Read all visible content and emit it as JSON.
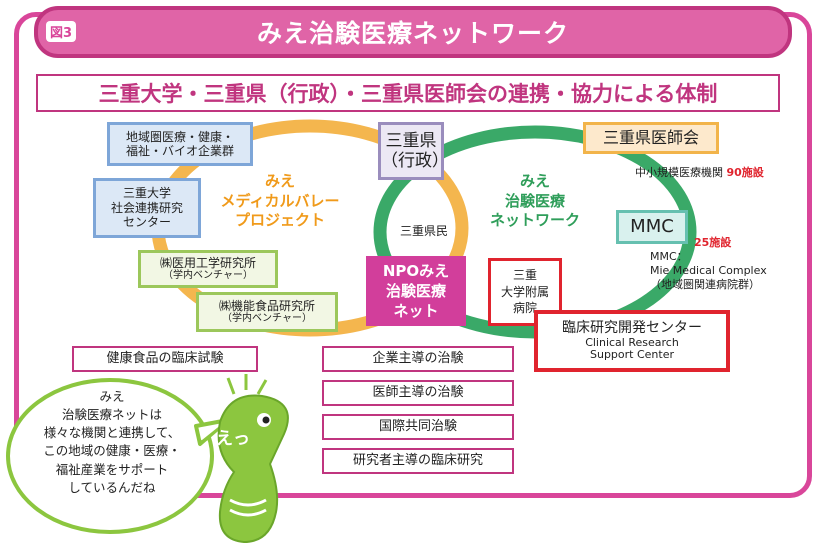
{
  "figure_badge": "図3",
  "title": "みえ治験医療ネットワーク",
  "subtitle": "三重大学・三重県（行政）・三重県医師会の連携・協力による体制",
  "left_boxes": {
    "bio_companies": "地域圏医療・健康・\n福祉・バイオ企業群",
    "social_center": "三重大学\n社会連携研究\nセンター",
    "medical_eng_lab": "㈱医用工学研究所",
    "medical_eng_lab_sub": "（学内ベンチャー）",
    "functional_food_lab": "㈱機能食品研究所",
    "functional_food_lab_sub": "（学内ベンチャー）"
  },
  "medical_valley_label": "みえ\nメディカルバレー\nプロジェクト",
  "network_label": "みえ\n治験医療\nネットワーク",
  "prefecture_box": "三重県\n（行政）",
  "prefecture_residents": "三重県民",
  "npo_box": "NPOみえ\n治験医療\nネット",
  "hospital_box": "三重\n大学附属\n病院",
  "medical_association_box": "三重県医師会",
  "small_institutions": "中小規模医療機関",
  "small_institutions_count": "90施設",
  "mmc_box": "MMC",
  "mmc_count": "25施設",
  "mmc_desc": "MMC：\nMie Medical Complex\n（地域圏関連病院群）",
  "center": {
    "jp": "臨床研究開発センター",
    "en": "Clinical Research\nSupport Center"
  },
  "health_food_trial": "健康食品の臨床試験",
  "trial_types": [
    "企業主導の治験",
    "医師主導の治験",
    "国際共同治験",
    "研究者主導の臨床研究"
  ],
  "speech_bubble": "みえ\n治験医療ネットは\n様々な機関と連携して、\nこの地域の健康・医療・\n福祉産業をサポート\nしているんだね",
  "mascot_exclaim": "えっ",
  "colors": {
    "pink": "#d9469a",
    "orange": "#f2b44a",
    "green": "#2f9e5a",
    "red": "#e0242e",
    "mascot": "#8cc63f"
  }
}
